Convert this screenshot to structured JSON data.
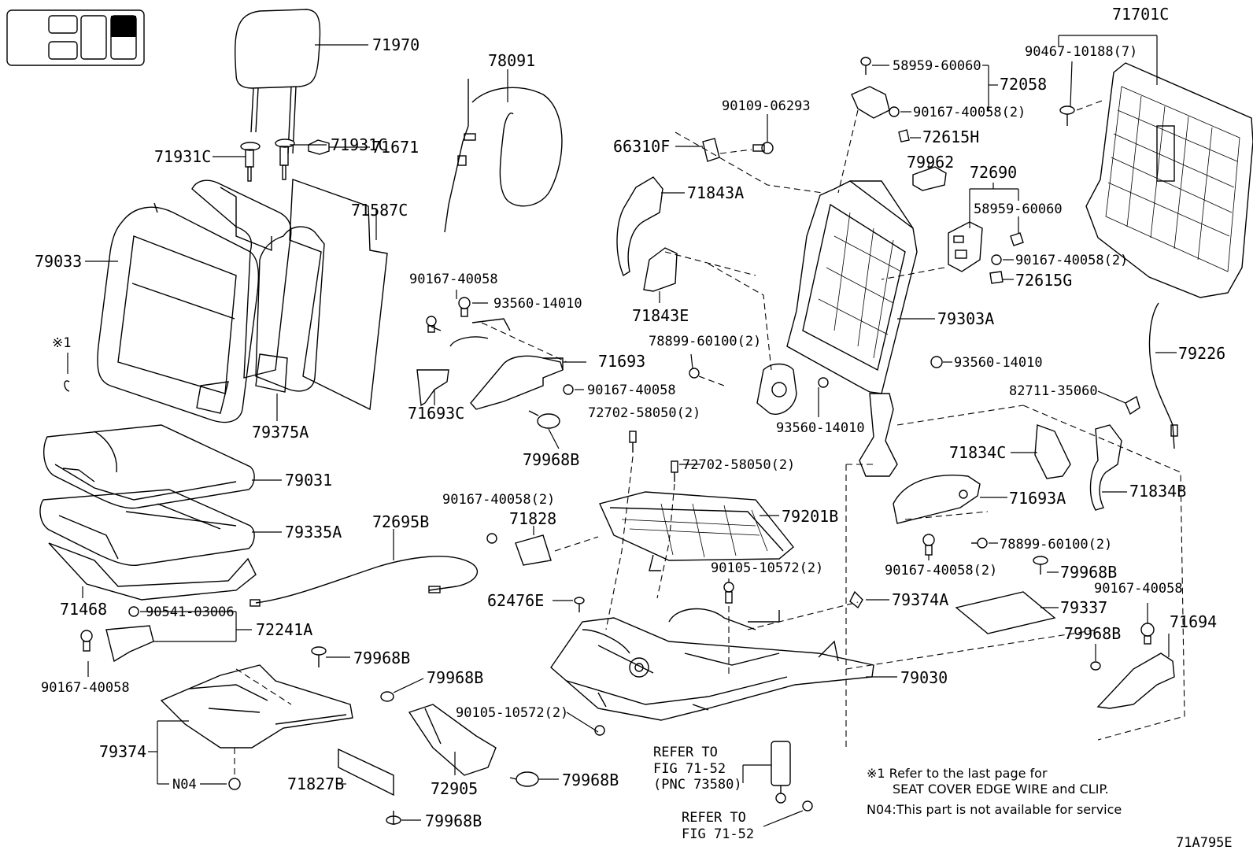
{
  "diagram_id": "71A795E",
  "refs": {
    "ref_a_line1": "REFER TO",
    "ref_a_line2": "FIG 71-52",
    "ref_a_line3": "(PNC 73580)",
    "ref_b_line1": "REFER TO",
    "ref_b_line2": "FIG 71-52"
  },
  "notes": {
    "star1_marker": "※1",
    "note1_line1": "※1 Refer to the last page for",
    "note1_line2": "SEAT COVER EDGE WIRE and CLIP.",
    "note2": "N04:This part is not available for service"
  },
  "parts": {
    "p71970": "71970",
    "p71671": "71671",
    "p71931c_a": "71931C",
    "p71931c_b": "71931C",
    "p71587c": "71587C",
    "p79033": "79033",
    "p79375a": "79375A",
    "p79031": "79031",
    "p79335a": "79335A",
    "p71468": "71468",
    "p78091": "78091",
    "p90167_40058_a": "90167-40058",
    "p93560_14010_a": "93560-14010",
    "p71693": "71693",
    "p71693c": "71693C",
    "p90167_40058_b": "90167-40058",
    "p72702_58050_a": "72702-58050(2)",
    "p79968b_a": "79968B",
    "p72702_58050_b": "72702-58050(2)",
    "p72695b": "72695B",
    "p90167_40058_2_a": "90167-40058(2)",
    "p71828": "71828",
    "p79201b": "79201B",
    "p90541_03006": "90541-03006",
    "p72241a": "72241A",
    "p90167_40058_c": "90167-40058",
    "p79968b_b": "79968B",
    "p62476e": "62476E",
    "p90105_10572_a": "90105-10572(2)",
    "p79374": "79374",
    "n04": "N04",
    "p79968b_c": "79968B",
    "p90105_10572_b": "90105-10572(2)",
    "p72905": "72905",
    "p79968b_d": "79968B",
    "p71827b": "71827B",
    "p79968b_e": "79968B",
    "p79030": "79030",
    "p66310f": "66310F",
    "p90109_06293": "90109-06293",
    "p71843a": "71843A",
    "p71843e": "71843E",
    "p58959_60060_a": "58959-60060",
    "p72058": "72058",
    "p90167_40058_2_b": "90167-40058(2)",
    "p72615h": "72615H",
    "p79962": "79962",
    "p72690": "72690",
    "p58959_60060_b": "58959-60060",
    "p90167_40058_2_c": "90167-40058(2)",
    "p72615g": "72615G",
    "p79303a": "79303A",
    "p78899_60100_a": "78899-60100(2)",
    "p93560_14010_b": "93560-14010",
    "p93560_14010_c": "93560-14010",
    "p71701c": "71701C",
    "p90467_10188": "90467-10188(7)",
    "p79226": "79226",
    "p82711_35060": "82711-35060",
    "p71834c": "71834C",
    "p71834b": "71834B",
    "p71693a": "71693A",
    "p78899_60100_b": "78899-60100(2)",
    "p90167_40058_2_d": "90167-40058(2)",
    "p79374a": "79374A",
    "p79968b_f": "79968B",
    "p79337": "79337",
    "p90167_40058_d": "90167-40058",
    "p71694": "71694",
    "p79968b_g": "79968B"
  }
}
